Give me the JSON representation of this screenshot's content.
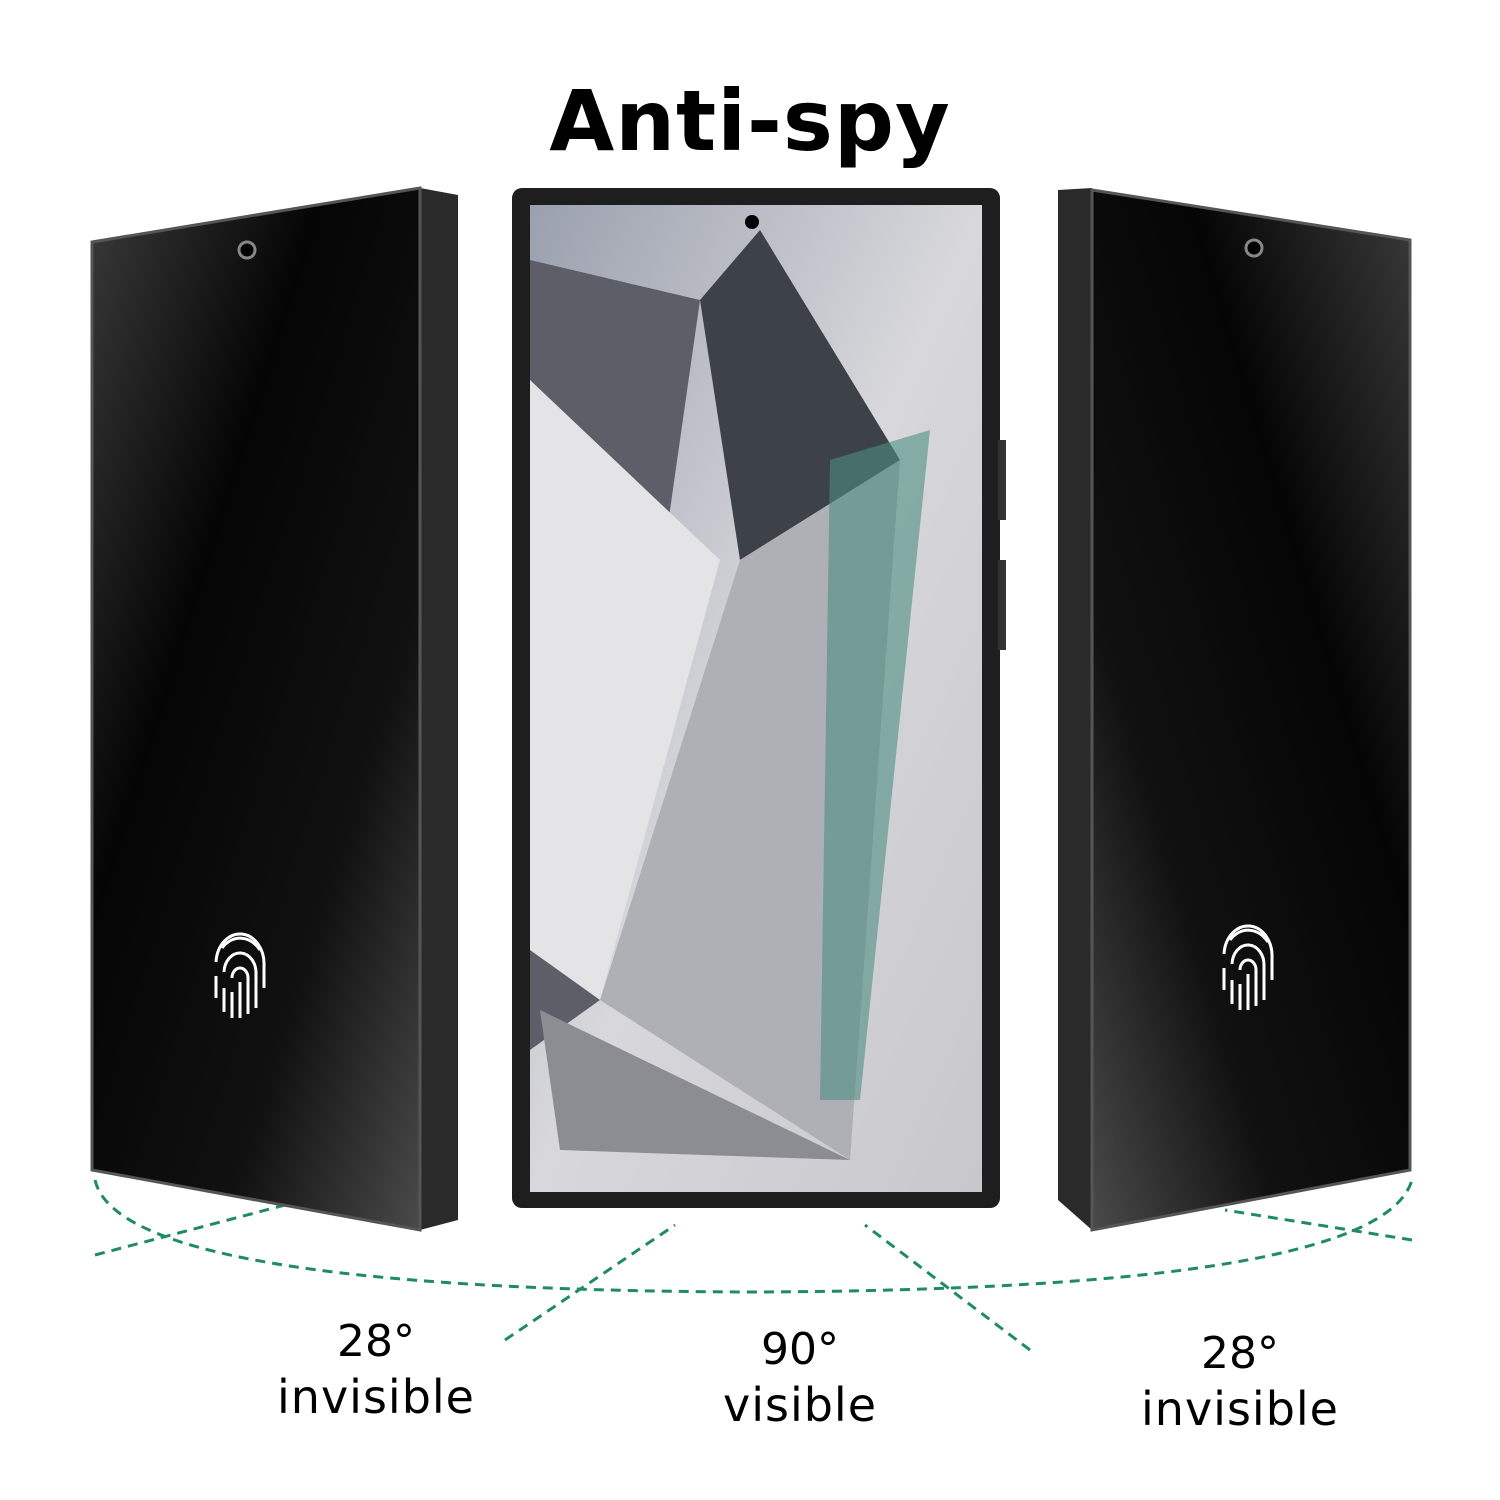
{
  "title": "Anti-spy",
  "views": [
    {
      "angle": "28°",
      "state": "invisible"
    },
    {
      "angle": "90°",
      "state": "visible"
    },
    {
      "angle": "28°",
      "state": "invisible"
    }
  ],
  "colors": {
    "dash": "#1f8a68",
    "frame": "#2a2a2a"
  },
  "icons": [
    "fingerprint-icon",
    "camera-hole-icon"
  ]
}
